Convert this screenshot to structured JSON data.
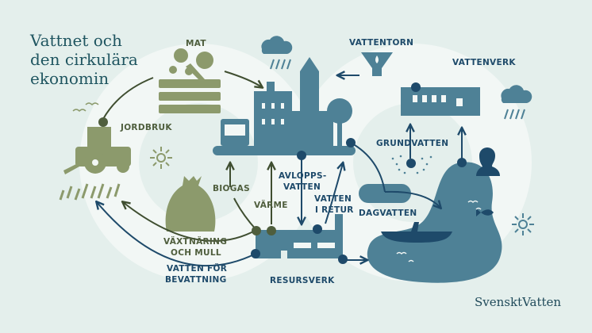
{
  "title": [
    "Vattnet och",
    "den cirkulära",
    "ekonomin"
  ],
  "labels": {
    "mat": "MAT",
    "jordbruk": "JORDBRUK",
    "vattentorn": "VATTENTORN",
    "vattenverk": "VATTENVERK",
    "grundvatten": "GRUNDVATTEN",
    "avlopps": [
      "AVLOPPS-",
      "VATTEN"
    ],
    "vatten_retur": [
      "VATTEN",
      "I RETUR"
    ],
    "dagvatten": "DAGVATTEN",
    "biogas": "BIOGAS",
    "varme": "VÄRME",
    "vaxtnaring": [
      "VÄXTNÄRING",
      "OCH MULL"
    ],
    "bevattning": [
      "VATTEN FÖR",
      "BEVATTNING"
    ],
    "resursverk": "RESURSVERK"
  },
  "brand": "SvensktVatten",
  "colors": {
    "background": "#e4efec",
    "green": "#8c9a6c",
    "dark_green": "#4f5e3d",
    "blue": "#4e8196",
    "dark_blue": "#1e4a6a"
  }
}
